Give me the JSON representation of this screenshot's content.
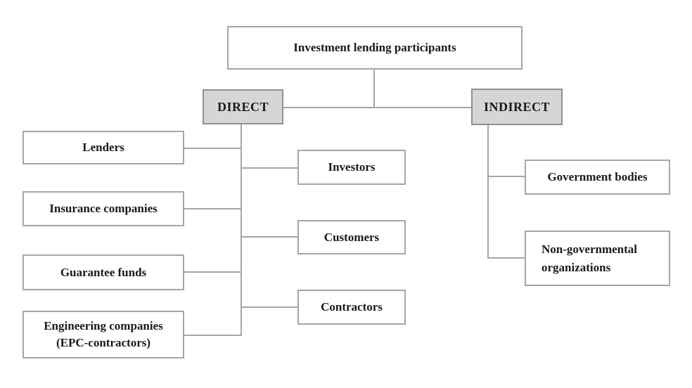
{
  "diagram": {
    "type": "org-chart",
    "root": {
      "label": "Investment lending participants"
    },
    "branches": {
      "direct": {
        "label": "DIRECT"
      },
      "indirect": {
        "label": "INDIRECT"
      }
    },
    "direct_children_left": {
      "lenders": {
        "label": "Lenders"
      },
      "insurance": {
        "label": "Insurance companies"
      },
      "guarantee": {
        "label": "Guarantee funds"
      },
      "engineering": {
        "label": "Engineering companies\n(EPC-contractors)"
      }
    },
    "direct_children_right": {
      "investors": {
        "label": "Investors"
      },
      "customers": {
        "label": "Customers"
      },
      "contractors": {
        "label": "Contractors"
      }
    },
    "indirect_children": {
      "government": {
        "label": "Government bodies"
      },
      "ngo": {
        "label": "Non-governmental\norganizations"
      }
    },
    "colors": {
      "background": "#ffffff",
      "box_fill": "#ffffff",
      "box_border": "#a6a6a6",
      "group_fill": "#d6d6d6",
      "group_border": "#909090",
      "connector_line": "#a6a6a6",
      "text": "#1a1a1a"
    }
  }
}
